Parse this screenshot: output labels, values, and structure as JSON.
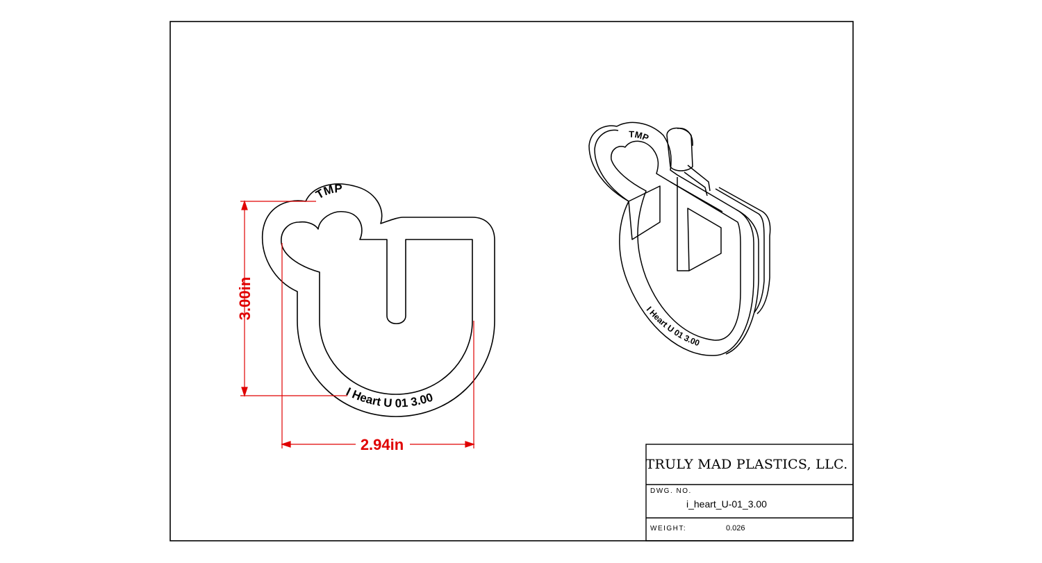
{
  "title_block": {
    "company": "TRULY MAD PLASTICS, LLC.",
    "dwg_no_label": "DWG. NO.",
    "dwg_no": "i_heart_U-01_3.00",
    "weight_label": "WEIGHT:",
    "weight": "0.026"
  },
  "front_view": {
    "top_emboss": "TMP",
    "bottom_emboss": "I Heart U 01  3.00"
  },
  "iso_view": {
    "top_emboss": "TMP",
    "bottom_emboss": "I Heart U 01  3.00"
  },
  "dimensions": {
    "height": "3.00in",
    "width": "2.94in",
    "color": "#e00000"
  }
}
